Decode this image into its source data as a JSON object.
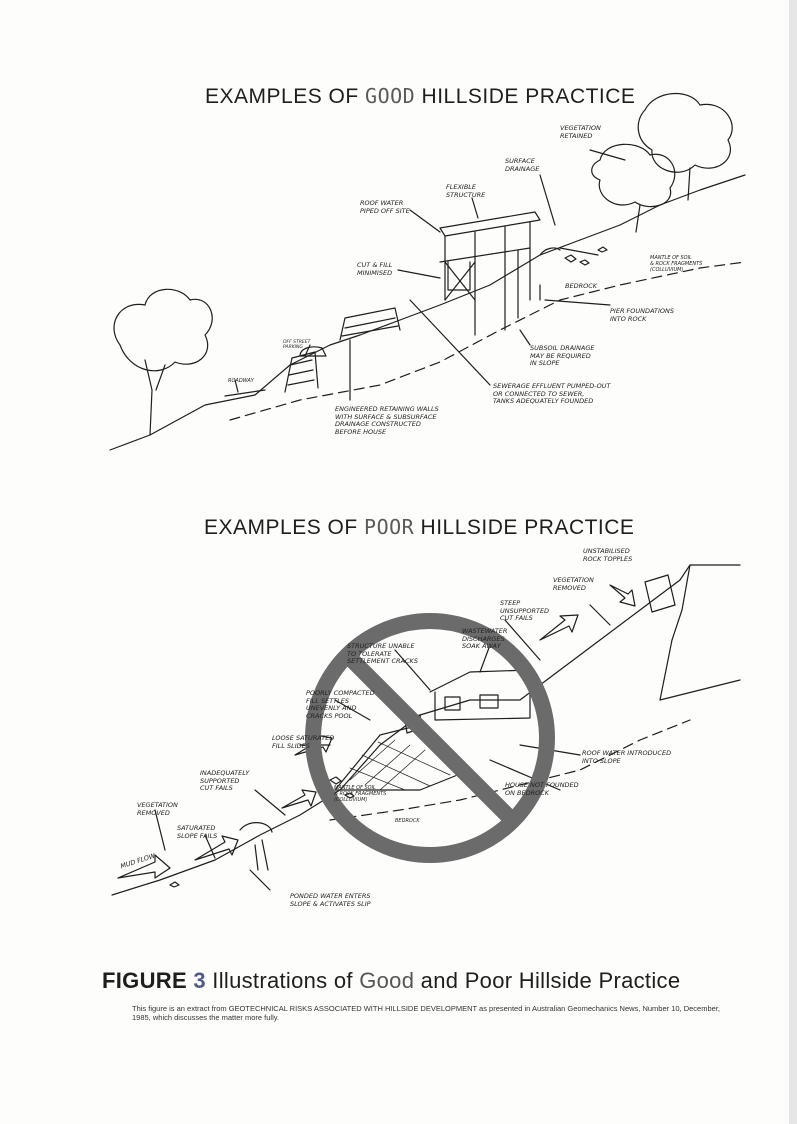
{
  "good": {
    "title_pre": "EXAMPLES OF ",
    "title_hl": "GOOD",
    "title_post": " HILLSIDE PRACTICE",
    "labels": {
      "vegetation_retained": "VEGETATION\nRETAINED",
      "surface_drainage": "SURFACE\nDRAINAGE",
      "flexible_structure": "FLEXIBLE\nSTRUCTURE",
      "roof_water": "ROOF WATER\nPIPED OFF SITE",
      "cut_fill": "CUT & FILL\nMINIMISED",
      "mantle": "MANTLE OF SOIL\n& ROCK FRAGMENTS\n(COLLUVIUM)",
      "bedrock": "BEDROCK",
      "pier": "PIER FOUNDATIONS\nINTO ROCK",
      "subsoil": "SUBSOIL DRAINAGE\nMAY BE REQUIRED\nIN SLOPE",
      "sewerage": "SEWERAGE EFFLUENT PUMPED-OUT\nOR CONNECTED TO SEWER,\nTANKS ADEQUATELY FOUNDED",
      "retaining": "ENGINEERED RETAINING WALLS\nWITH SURFACE & SUBSURFACE\nDRAINAGE CONSTRUCTED\nBEFORE HOUSE",
      "parking": "OFF STREET\nPARKING",
      "roadway": "ROADWAY"
    }
  },
  "poor": {
    "title_pre": "EXAMPLES OF ",
    "title_hl": "POOR",
    "title_post": " HILLSIDE PRACTICE",
    "labels": {
      "unstabilised": "UNSTABILISED\nROCK TOPPLES",
      "vegetation_removed_top": "VEGETATION\nREMOVED",
      "steep_cut": "STEEP\nUNSUPPORTED\nCUT FAILS",
      "wastewater": "WASTEWATER\nDISCHARGES\nSOAK AWAY",
      "structure_unable": "STRUCTURE UNABLE\nTO TOLERATE\nSETTLEMENT CRACKS",
      "poorly_compacted": "POORLY COMPACTED\nFILL SETTLES\nUNEVENLY AND\nCRACKS POOL",
      "loose_fill": "LOOSE SATURATED\nFILL SLIDES",
      "roof_water": "ROOF WATER INTRODUCED\nINTO SLOPE",
      "house_not_founded": "HOUSE NOT FOUNDED\nON BEDROCK",
      "inadequately": "INADEQUATELY\nSUPPORTED\nCUT FAILS",
      "mantle": "MANTLE OF SOIL\n& ROCK FRAGMENTS\n(COLLUVIUM)",
      "bedrock": "BEDROCK",
      "vegetation_removed_left": "VEGETATION\nREMOVED",
      "saturated": "SATURATED\nSLOPE FAILS",
      "mud_flow": "MUD FLOW",
      "ponded": "PONDED WATER ENTERS\nSLOPE & ACTIVATES SLIP"
    }
  },
  "caption": {
    "figure": "FIGURE ",
    "number": "3",
    "text_1": "  Illustrations of ",
    "good": "Good",
    "text_2": " and Poor Hillside Practice"
  },
  "note": "This figure is an extract from GEOTECHNICAL RISKS ASSOCIATED WITH HILLSIDE DEVELOPMENT as presented in Australian Geomechanics News, Number 10, December, 1985, which discusses the matter more fully.",
  "colors": {
    "ink": "#1e1e1e",
    "figure_number": "#4f5a8a",
    "prohibition": "#6b6b6b"
  }
}
